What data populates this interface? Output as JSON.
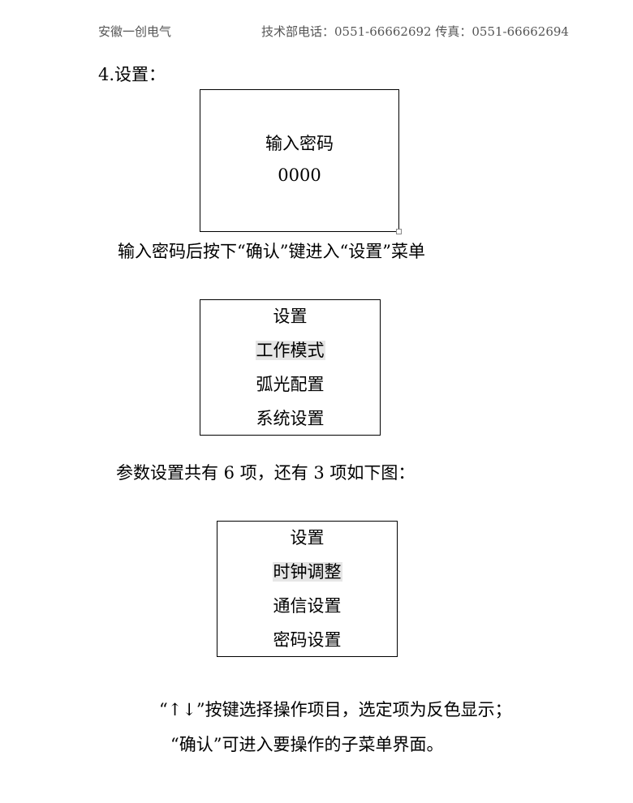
{
  "header": {
    "company": "安徽一创电气",
    "contact": "技术部电话：0551-66662692 传真：0551-66662694"
  },
  "section_title": "4.设置：",
  "password_screen": {
    "prompt": "输入密码",
    "value": "0000"
  },
  "instruction_1": "输入密码后按下“确认”键进入“设置”菜单",
  "menu_1": {
    "title": "设置",
    "items": [
      "工作模式",
      "弧光配置",
      "系统设置"
    ],
    "selected_index": 0
  },
  "instruction_2": "参数设置共有 6 项，还有 3 项如下图：",
  "menu_2": {
    "title": "设置",
    "items": [
      "时钟调整",
      "通信设置",
      "密码设置"
    ],
    "selected_index": 0
  },
  "instruction_3": "“↑↓”按键选择操作项目，选定项为反色显示；",
  "instruction_4": "“确认”可进入要操作的子菜单界面。",
  "colors": {
    "highlight": "#e6e6e6",
    "header_text": "#555555"
  }
}
